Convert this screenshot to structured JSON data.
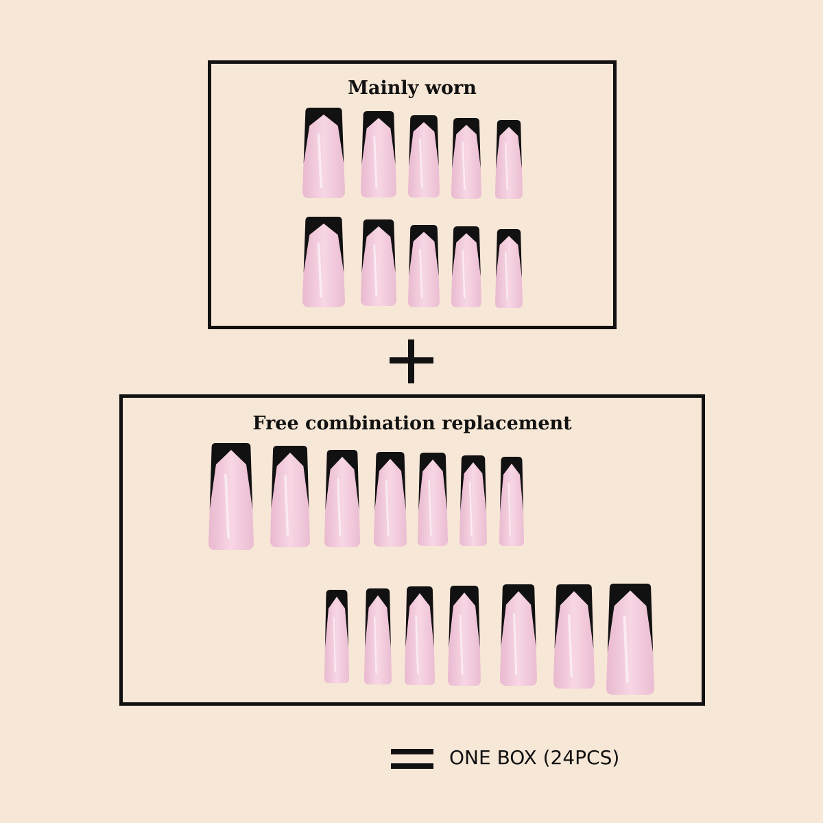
{
  "main_panel": {
    "title": "Mainly worn"
  },
  "free_panel": {
    "title": "Free combination replacement"
  },
  "summary": {
    "label": "ONE BOX (24PCS)"
  },
  "colors": {
    "background": "#f7e7d6",
    "nail_base": "#f3c9dc",
    "nail_tip": "#111111",
    "frame": "#111111"
  },
  "product": {
    "total_pieces": 24,
    "mainly_worn_count": 10,
    "replacement_count": 14
  }
}
